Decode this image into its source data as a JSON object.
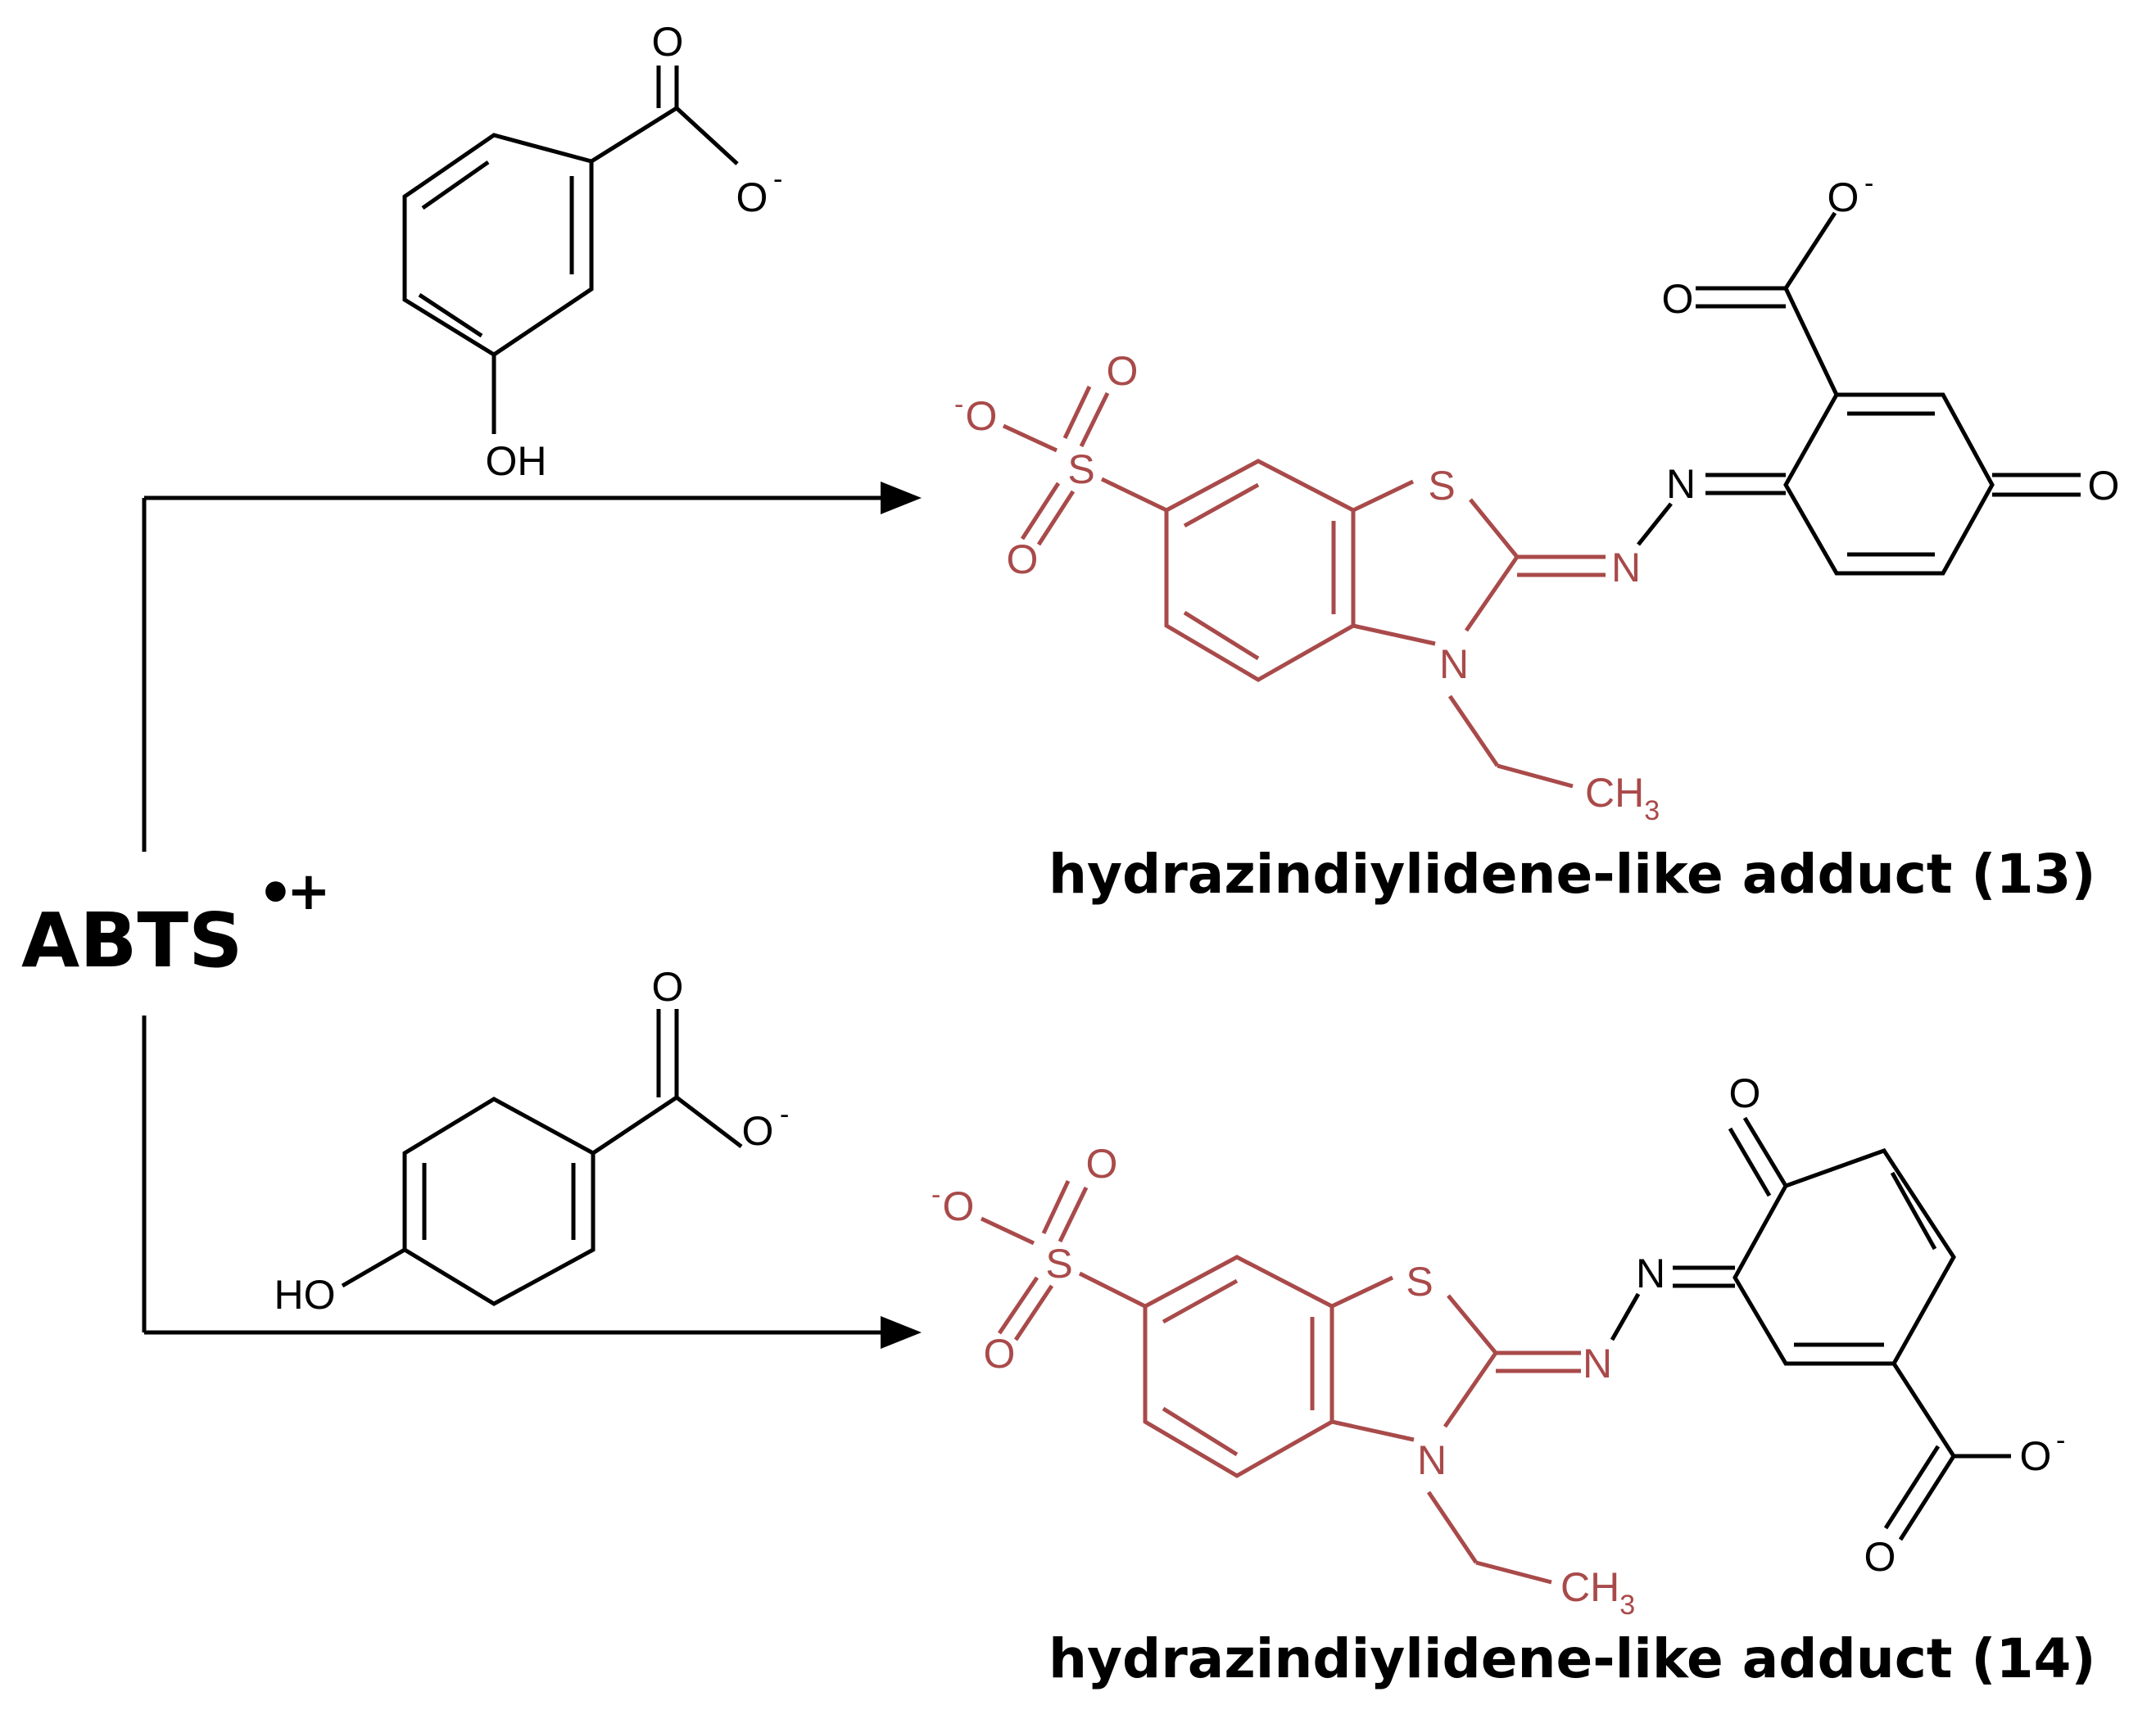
{
  "reagent": {
    "label": "ABTS",
    "radical_mark": "•",
    "charge": "+"
  },
  "colors": {
    "abts_fragment": "#a94a4a",
    "phenol_fragment": "#000000",
    "arrows": "#000000"
  },
  "pathways": [
    {
      "substrate_name": "3-hydroxybenzoate",
      "substrate_labels": {
        "oh": "OH",
        "carbonyl_o": "O",
        "carboxylate_o": "O",
        "carboxylate_charge": "-"
      },
      "product_labels": {
        "sulfonate_o_neg": "O",
        "sulfonate_charge": "-",
        "sulfur_s": "S",
        "sulfonyl_o_top": "O",
        "sulfonyl_o_bottom": "O",
        "ring_s": "S",
        "ring_n": "N",
        "imine_n": "N",
        "azo_n": "N",
        "ethyl_ch": "CH",
        "ethyl_sub": "3",
        "quinone_o": "O",
        "carboxyl_o_neg": "O",
        "carboxyl_charge": "-",
        "carboxyl_o": "O"
      },
      "caption": "hydrazindiylidene-like adduct (13)"
    },
    {
      "substrate_name": "4-hydroxybenzoate",
      "substrate_labels": {
        "oh": "HO",
        "carbonyl_o": "O",
        "carboxylate_o": "O",
        "carboxylate_charge": "-"
      },
      "product_labels": {
        "sulfonate_o_neg": "O",
        "sulfonate_charge": "-",
        "sulfur_s": "S",
        "sulfonyl_o_top": "O",
        "sulfonyl_o_bottom": "O",
        "ring_s": "S",
        "ring_n": "N",
        "imine_n": "N",
        "azo_n": "N",
        "ethyl_ch": "CH",
        "ethyl_sub": "3",
        "quinone_o": "O",
        "carboxyl_o_neg": "O",
        "carboxyl_charge": "-",
        "carboxyl_o": "O"
      },
      "caption": "hydrazindiylidene-like adduct (14)"
    }
  ]
}
